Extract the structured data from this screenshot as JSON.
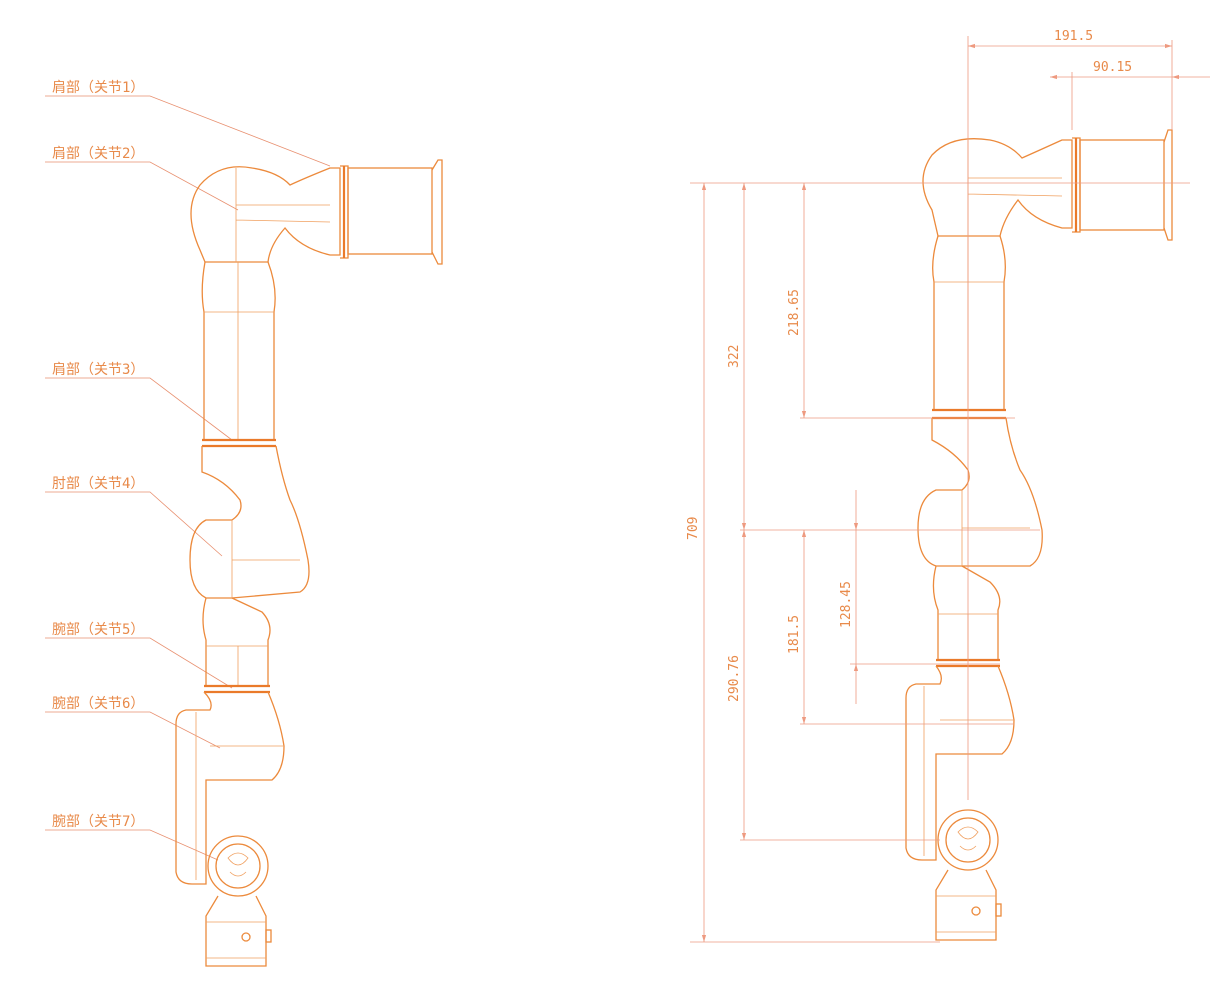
{
  "labels": [
    {
      "id": "j1",
      "text": "肩部（关节1）"
    },
    {
      "id": "j2",
      "text": "肩部（关节2）"
    },
    {
      "id": "j3",
      "text": "肩部（关节3）"
    },
    {
      "id": "j4",
      "text": "肘部（关节4）"
    },
    {
      "id": "j5",
      "text": "腕部（关节5）"
    },
    {
      "id": "j6",
      "text": "腕部（关节6）"
    },
    {
      "id": "j7",
      "text": "腕部（关节7）"
    }
  ],
  "dimensions": {
    "top_total": "191.5",
    "top_flange": "90.15",
    "total_height": "709",
    "upper": "322",
    "shoulder_to_j3": "218.65",
    "lower": "290.76",
    "elbow_to_wrist": "181.5",
    "elbow_to_j5": "128.45"
  },
  "colors": {
    "outline": "#ec8a3c",
    "dimension": "#ee9a80",
    "text": "#e88a4a"
  }
}
